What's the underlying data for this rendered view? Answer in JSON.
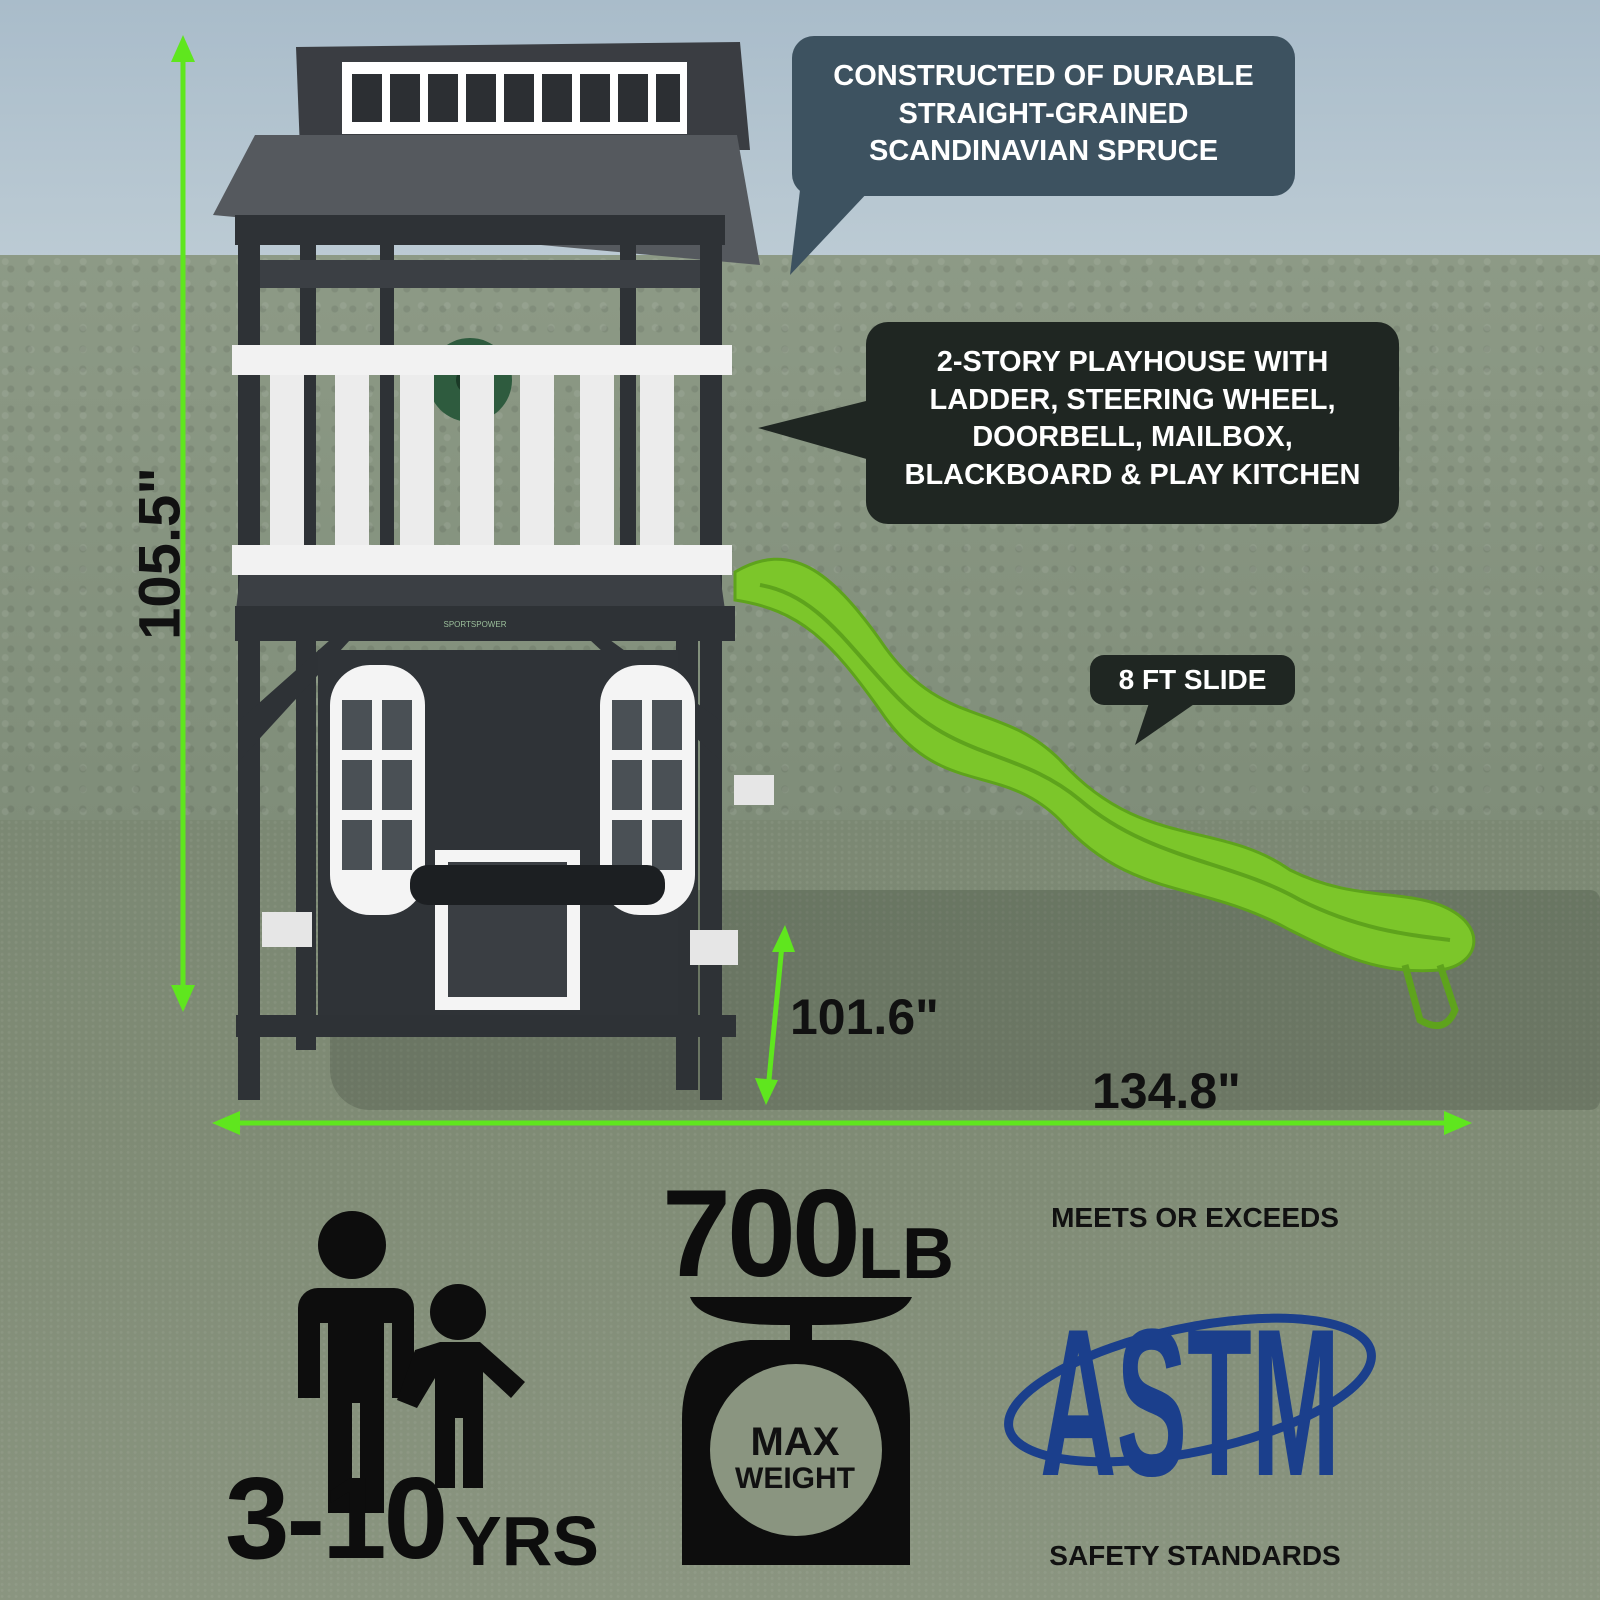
{
  "callouts": {
    "material": [
      "CONSTRUCTED OF DURABLE",
      "STRAIGHT-GRAINED",
      "SCANDINAVIAN SPRUCE"
    ],
    "features": [
      "2-STORY PLAYHOUSE WITH",
      "LADDER, STEERING WHEEL,",
      "DOORBELL, MAILBOX,",
      "BLACKBOARD & PLAY KITCHEN"
    ],
    "slide": "8 FT SLIDE"
  },
  "dimensions": {
    "height": "105.5\"",
    "deck_width": "101.6\"",
    "total_width": "134.8\""
  },
  "badges": {
    "age": {
      "number": "3-10",
      "unit": "YRS"
    },
    "weight": {
      "number": "700",
      "unit": "LB",
      "line1": "MAX",
      "line2": "WEIGHT"
    },
    "astm": {
      "top": "MEETS OR EXCEEDS",
      "logo_text": "ASTM",
      "bottom": "SAFETY STANDARDS"
    }
  },
  "brand_text": "SPORTSPOWER",
  "colors": {
    "arrow": "#5fe61e",
    "slide": "#7cc62a",
    "frame": "#2e3236",
    "astm_blue": "#1b3f8c"
  },
  "icons": [
    "adult-child-icon",
    "scale-icon",
    "astm-logo"
  ]
}
